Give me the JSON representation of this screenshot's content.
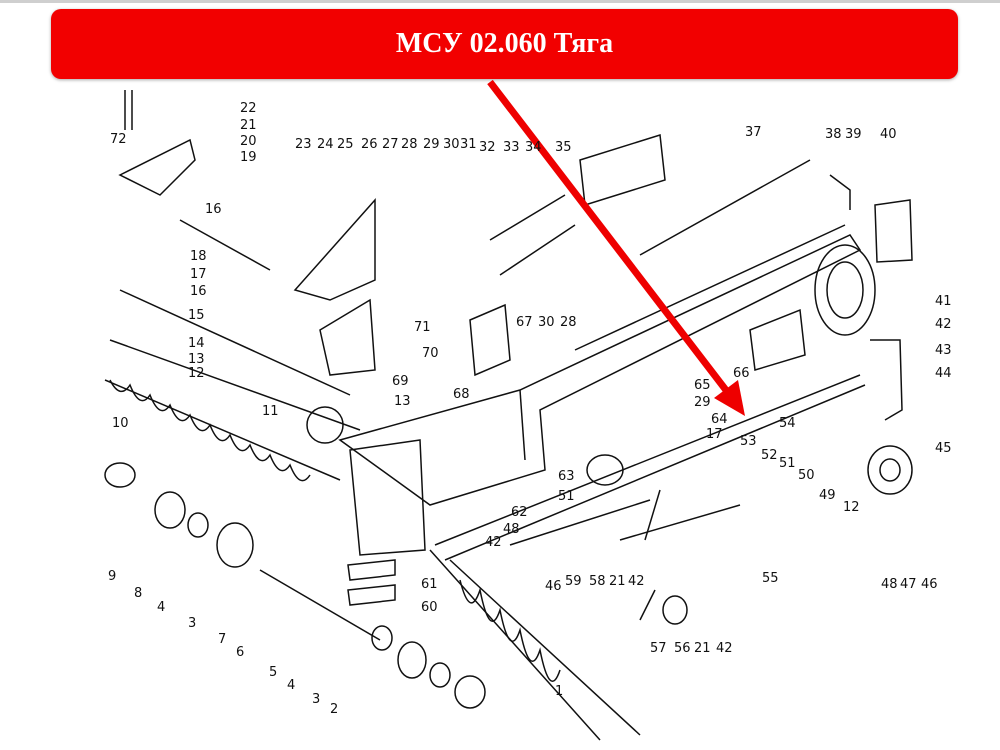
{
  "header": {
    "title": "МСУ 02.060 Тяга"
  },
  "colors": {
    "banner": "#f20000",
    "arrow": "#ee0000",
    "ink": "#111111"
  },
  "part_labels": [
    "22",
    "21",
    "20",
    "19",
    "72",
    "16",
    "18",
    "17",
    "16",
    "15",
    "14",
    "13",
    "12",
    "11",
    "10",
    "23",
    "24",
    "25",
    "26",
    "27",
    "28",
    "29",
    "30",
    "31",
    "32",
    "33",
    "34",
    "35",
    "37",
    "38",
    "39",
    "40",
    "71",
    "70",
    "67",
    "30",
    "28",
    "69",
    "13",
    "68",
    "41",
    "42",
    "43",
    "44",
    "45",
    "66",
    "65",
    "29",
    "64",
    "17",
    "54",
    "53",
    "52",
    "51",
    "50",
    "49",
    "12",
    "63",
    "51",
    "62",
    "48",
    "42",
    "46",
    "59",
    "58",
    "21",
    "42",
    "55",
    "48",
    "47",
    "46",
    "57",
    "56",
    "21",
    "42",
    "61",
    "60",
    "9",
    "8",
    "4",
    "3",
    "7",
    "6",
    "5",
    "4",
    "3",
    "2",
    "1"
  ]
}
